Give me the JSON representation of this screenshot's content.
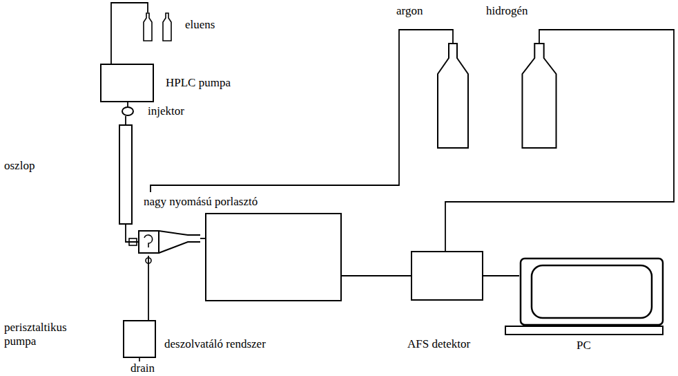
{
  "diagram": {
    "nodes": [
      {
        "text": [
          "eluens"
        ]
      },
      {
        "text": [
          "HPLC pumpa"
        ]
      },
      {
        "text": [
          "injektor"
        ]
      },
      {
        "text": [
          "oszlop"
        ]
      },
      {
        "text": [
          "argon"
        ]
      },
      {
        "text": [
          "hidrogén"
        ]
      },
      {
        "text": [
          "nagy nyomású porlasztó"
        ]
      },
      {
        "text": [
          "deszolvatáló rendszer"
        ]
      },
      {
        "text": [
          "AFS detektor"
        ]
      },
      {
        "text": [
          "PC"
        ]
      },
      {
        "text": [
          "perisztaltikus pumpa"
        ]
      }
    ],
    "edges": [
      {
        "from": 0,
        "to": 1,
        "arrow": "none"
      },
      {
        "from": 1,
        "to": 2,
        "arrow": "none"
      },
      {
        "from": 2,
        "to": 3,
        "arrow": "none"
      },
      {
        "from": 3,
        "to": 6,
        "arrow": "none"
      },
      {
        "from": 4,
        "to": 6,
        "arrow": "none"
      },
      {
        "from": 6,
        "to": 7,
        "arrow": "none"
      },
      {
        "from": 7,
        "to": 8,
        "arrow": "none"
      },
      {
        "from": 5,
        "to": 8,
        "arrow": "none"
      },
      {
        "from": 8,
        "to": 9,
        "arrow": "none"
      },
      {
        "from": 6,
        "to": 10,
        "arrow": "none"
      }
    ],
    "labels": [
      "drain"
    ]
  }
}
